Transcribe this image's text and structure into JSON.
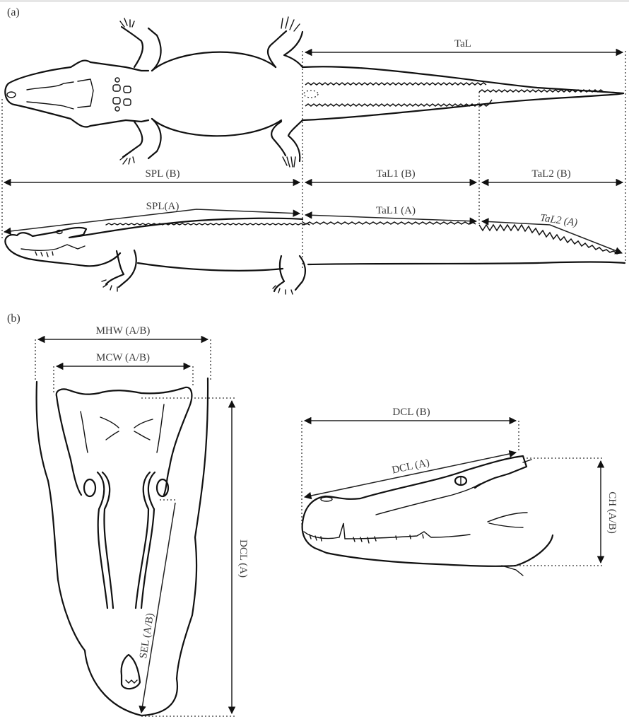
{
  "figure": {
    "panels": [
      {
        "id": "a",
        "label": "(a)",
        "description": "Crocodile body length measurements, dorsal view (B) and lateral view (A)",
        "measurements": {
          "total_tail": "TaL",
          "spl_b": "SPL (B)",
          "tal1_b": "TaL1 (B)",
          "tal2_b": "TaL2 (B)",
          "spl_a": "SPL(A)",
          "tal1_a": "TaL1 (A)",
          "tal2_a": "TaL2 (A)"
        }
      },
      {
        "id": "b",
        "label": "(b)",
        "description": "Head measurements, dorsal and lateral view",
        "measurements": {
          "mhw": "MHW (A/B)",
          "mcw": "MCW (A/B)",
          "dcl_a_vertical": "DCL (A)",
          "sel": "SEL (A/B)",
          "dcl_b": "DCL (B)",
          "dcl_a": "DCL (A)",
          "ch": "CH (A/B)"
        }
      }
    ]
  },
  "colors": {
    "background": "#ffffff",
    "ink": "#111111",
    "label_text": "#3a3a3a"
  }
}
